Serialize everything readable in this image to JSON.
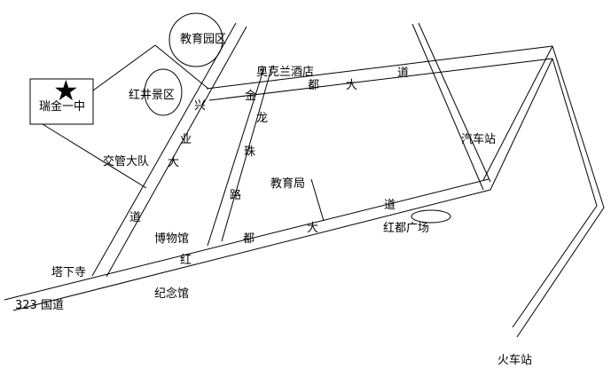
{
  "map": {
    "school": {
      "label": "瑞金一中",
      "icon": "star-icon"
    },
    "labels": {
      "education_park": "教育园区",
      "hongjing_scenic": "红井景区",
      "olympic_hotel": "奥克兰酒店",
      "traffic_police": "交管大队",
      "education_bureau": "教育局",
      "bus_station": "汽车站",
      "hongdu_square": "红都广场",
      "museum": "博物馆",
      "memorial_hall": "纪念馆",
      "taxia_temple": "塔下寺",
      "national_road": "323 国道",
      "railway_station": "火车站"
    },
    "roads": {
      "xingye_avenue": [
        "兴",
        "业",
        "大",
        "道"
      ],
      "jinlong_road": [
        "金",
        "龙",
        "珠",
        "路"
      ],
      "dudu_avenue_upper": [
        "都",
        "大",
        "道"
      ],
      "hongdu_avenue_lower": [
        "红",
        "都",
        "大",
        "道"
      ]
    }
  }
}
